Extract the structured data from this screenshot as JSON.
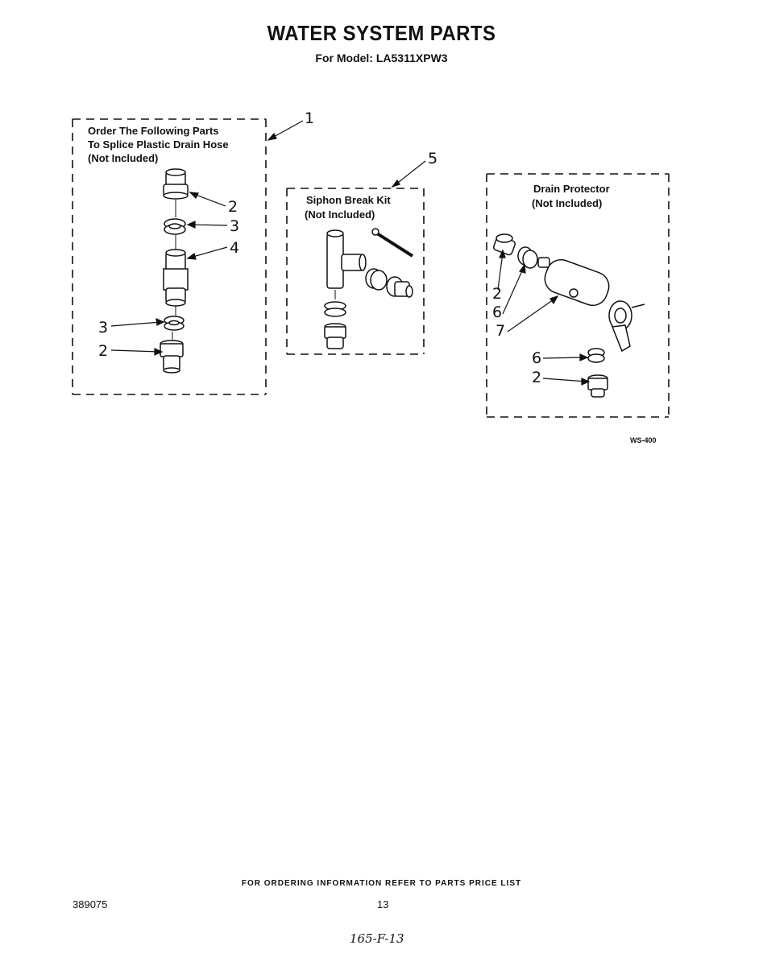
{
  "header": {
    "title": "WATER SYSTEM PARTS",
    "subtitle": "For Model: LA5311XPW3"
  },
  "panels": {
    "splice": {
      "line1": "Order The Following Parts",
      "line2": "To Splice Plastic Drain Hose",
      "line3": "(Not Included)",
      "ref": "1",
      "callouts": [
        "2",
        "3",
        "4",
        "3",
        "2"
      ]
    },
    "siphon": {
      "line1": "Siphon Break Kit",
      "line2": "(Not Included)",
      "ref": "5"
    },
    "drain": {
      "line1": "Drain Protector",
      "line2": "(Not Included)",
      "callouts": [
        "2",
        "6",
        "7",
        "6",
        "2"
      ]
    }
  },
  "figure_code": "WS-400",
  "footer": {
    "note": "FOR ORDERING INFORMATION REFER TO PARTS PRICE LIST",
    "doc_number": "389075",
    "page_number": "13",
    "handwritten": "165-F-13"
  }
}
